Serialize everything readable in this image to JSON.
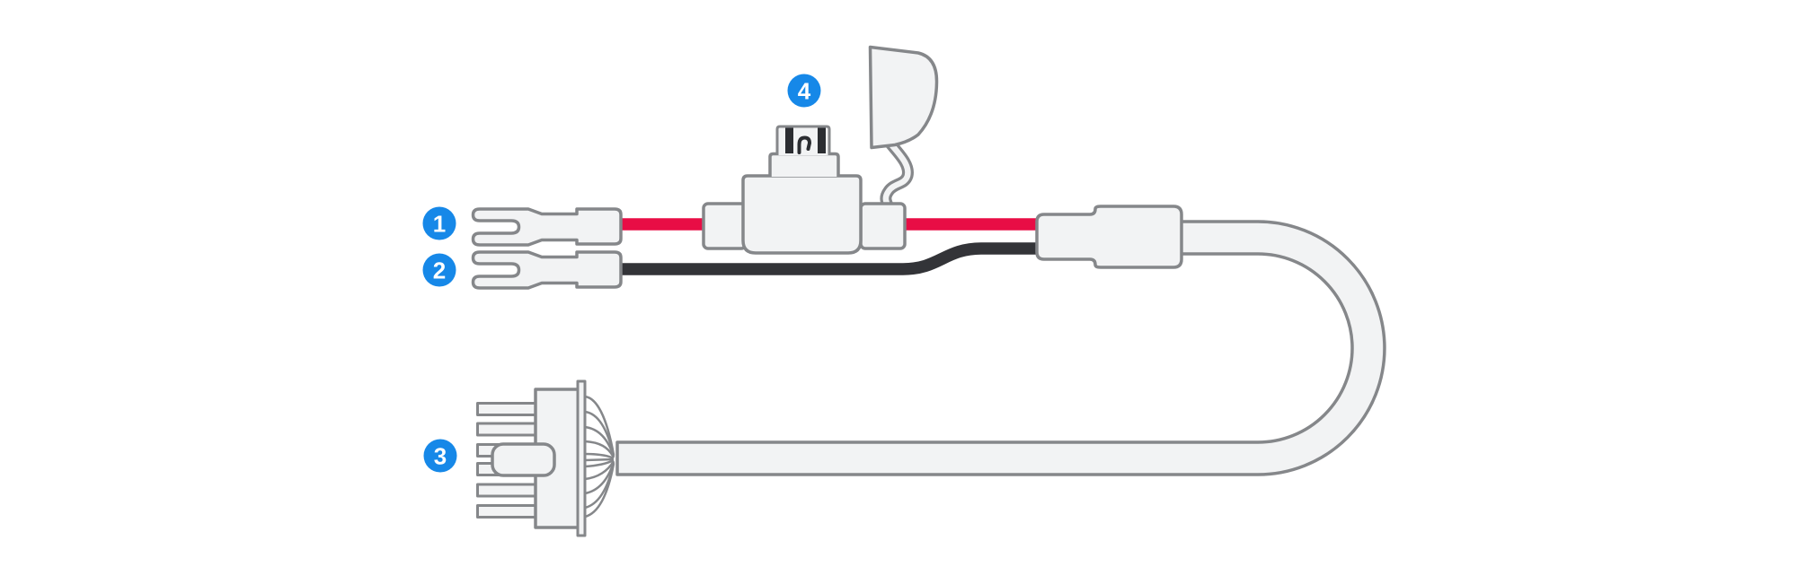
{
  "figure": {
    "callouts": [
      {
        "label": "1"
      },
      {
        "label": "2"
      },
      {
        "label": "3"
      },
      {
        "label": "4"
      }
    ]
  },
  "colors": {
    "page-bg": "#ffffff",
    "part-fill": "#f2f3f4",
    "outline": "#85878a",
    "wire-red": "#e80d45",
    "wire-black": "#333438",
    "fuse-dark": "#2b2d31",
    "callout-blue": "#1688e8",
    "callout-text": "#ffffff"
  }
}
